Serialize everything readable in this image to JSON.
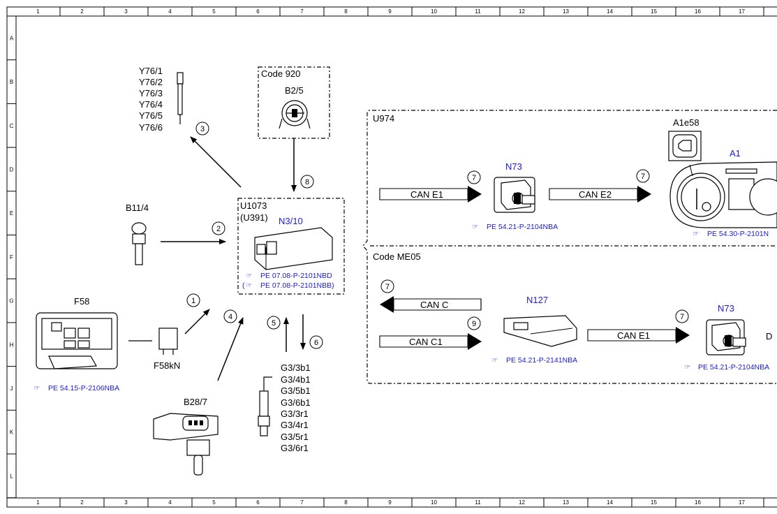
{
  "grid": {
    "columns": [
      "1",
      "2",
      "3",
      "4",
      "5",
      "6",
      "7",
      "8",
      "9",
      "10",
      "11",
      "12",
      "13",
      "14",
      "15",
      "16",
      "17"
    ],
    "rows": [
      "A",
      "B",
      "C",
      "D",
      "E",
      "F",
      "G",
      "H",
      "J",
      "K",
      "L"
    ]
  },
  "components": {
    "glow_plugs": [
      "Y76/1",
      "Y76/2",
      "Y76/3",
      "Y76/4",
      "Y76/5",
      "Y76/6"
    ],
    "code920": "Code 920",
    "b2_5": "B2/5",
    "b11_4": "B11/4",
    "u1073": "U1073",
    "u391": "(U391)",
    "n3_10": "N3/10",
    "n3_10_ref1": "PE 07.08-P-2101NBD",
    "n3_10_ref2_open": "(",
    "n3_10_ref2": "PE 07.08-P-2101NBB)",
    "f58": "F58",
    "f58_ref": "PE 54.15-P-2106NBA",
    "f58kn": "F58kN",
    "b28_7": "B28/7",
    "o2_sensors": [
      "G3/3b1",
      "G3/4b1",
      "G3/5b1",
      "G3/6b1",
      "G3/3r1",
      "G3/4r1",
      "G3/5r1",
      "G3/6r1"
    ],
    "u974": "U974",
    "n73_top": "N73",
    "n73_top_ref": "PE 54.21-P-2104NBA",
    "a1e58": "A1e58",
    "a1": "A1",
    "a1_ref": "PE 54.30-P-2101N",
    "code_me05": "Code ME05",
    "n127": "N127",
    "n127_ref": "PE 54.21-P-2141NBA",
    "n73_bottom": "N73",
    "n73_bottom_ref": "PE 54.21-P-2104NBA",
    "cut_letter": "D"
  },
  "signals": {
    "can_e1_top": "CAN E1",
    "can_e2": "CAN E2",
    "can_c": "CAN C",
    "can_c1": "CAN C1",
    "can_e1_bottom": "CAN E1"
  },
  "circles": {
    "c1": "1",
    "c2": "2",
    "c3": "3",
    "c4": "4",
    "c5": "5",
    "c6": "6",
    "c7a": "7",
    "c7b": "7",
    "c7c": "7",
    "c7d": "7",
    "c8": "8",
    "c9": "9"
  },
  "ref_icon": "☞"
}
